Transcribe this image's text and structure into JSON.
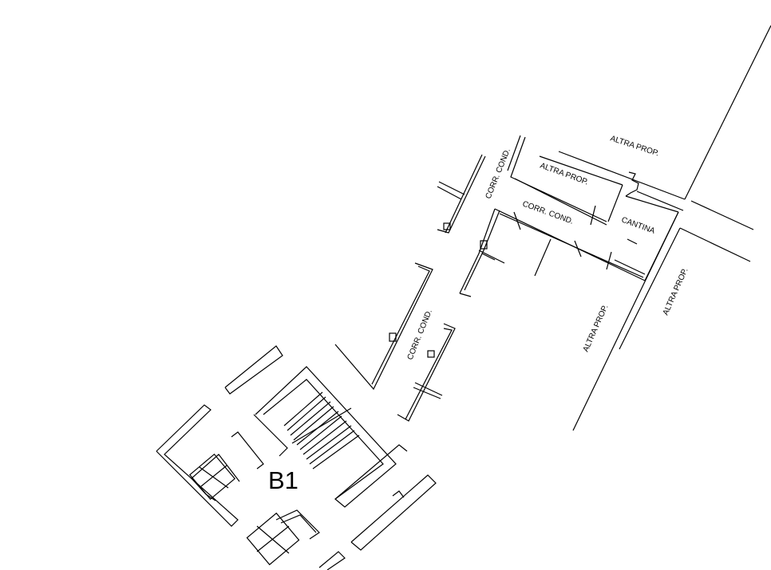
{
  "labels": {
    "altra_prop_top": "ALTRA PROP.",
    "altra_prop_mid": "ALTRA PROP.",
    "altra_prop_right1": "ALTRA PROP.",
    "altra_prop_right2": "ALTRA PROP.",
    "corr_cond_1": "CORR. COND.",
    "corr_cond_2": "CORR. COND.",
    "corr_cond_3": "CORR. COND.",
    "cantina": "CANTINA",
    "block": "B1"
  }
}
